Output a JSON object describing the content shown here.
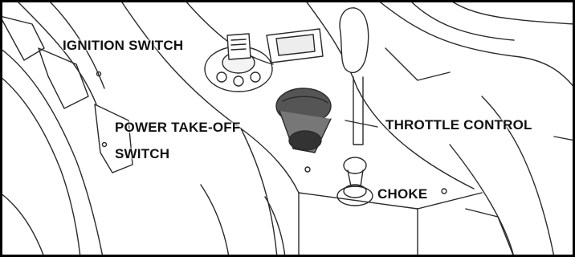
{
  "labels": {
    "ignition": "IGNITION SWITCH",
    "pto_line1": "POWER TAKE-OFF",
    "pto_line2": "SWITCH",
    "throttle": "THROTTLE CONTROL",
    "choke": "CHOKE"
  }
}
